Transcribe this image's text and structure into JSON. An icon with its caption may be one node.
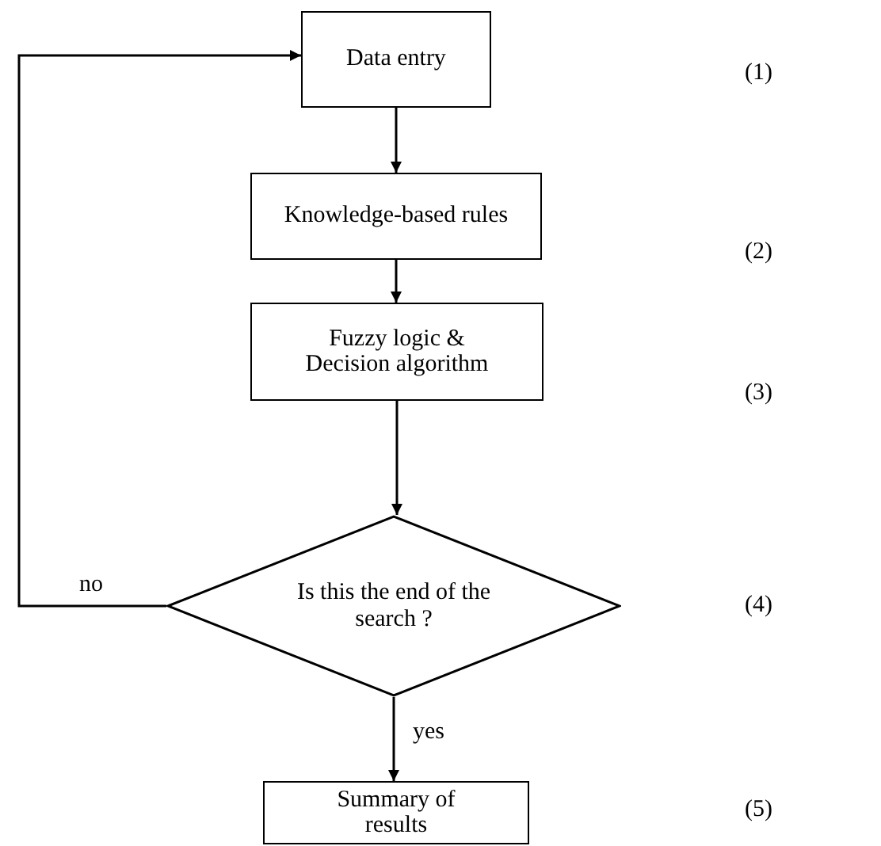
{
  "diagram": {
    "nodes": [
      {
        "text": [
          "Data entry"
        ]
      },
      {
        "text": [
          "Knowledge-based rules"
        ]
      },
      {
        "text": [
          "Fuzzy logic & Decision algorithm"
        ]
      },
      {
        "text": [
          "Is this the end of the search ?"
        ]
      },
      {
        "text": [
          "Summary of results"
        ]
      }
    ],
    "edges": [
      {
        "from": 0,
        "to": 1,
        "arrow": "to"
      },
      {
        "from": 1,
        "to": 2,
        "arrow": "to"
      },
      {
        "from": 2,
        "to": 3,
        "arrow": "to"
      },
      {
        "from": 3,
        "to": 0,
        "arrow": "to",
        "label": "no"
      },
      {
        "from": 3,
        "to": 4,
        "arrow": "to",
        "label": "yes"
      }
    ],
    "labels": [
      "(1)",
      "(2)",
      "(3)",
      "(4)",
      "(5)"
    ]
  }
}
